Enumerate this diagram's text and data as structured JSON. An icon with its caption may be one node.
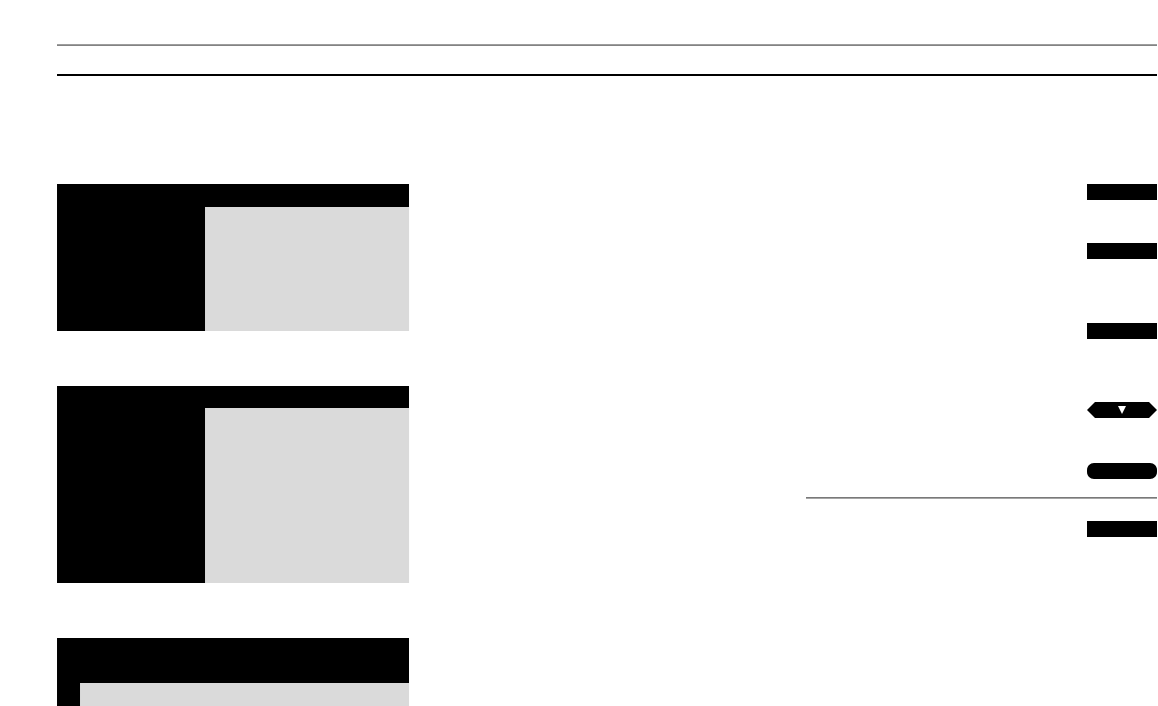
{
  "diagram": {
    "nodes": [
      {
        "text": [],
        "shape": "box"
      },
      {
        "text": [],
        "shape": "box"
      },
      {
        "text": [],
        "shape": "box"
      },
      {
        "text": [],
        "shape": "bar"
      },
      {
        "text": [],
        "shape": "bar"
      },
      {
        "text": [],
        "shape": "bar"
      },
      {
        "text": [],
        "shape": "hexagon"
      },
      {
        "text": [],
        "shape": "pill"
      },
      {
        "text": [],
        "shape": "bar"
      }
    ]
  }
}
